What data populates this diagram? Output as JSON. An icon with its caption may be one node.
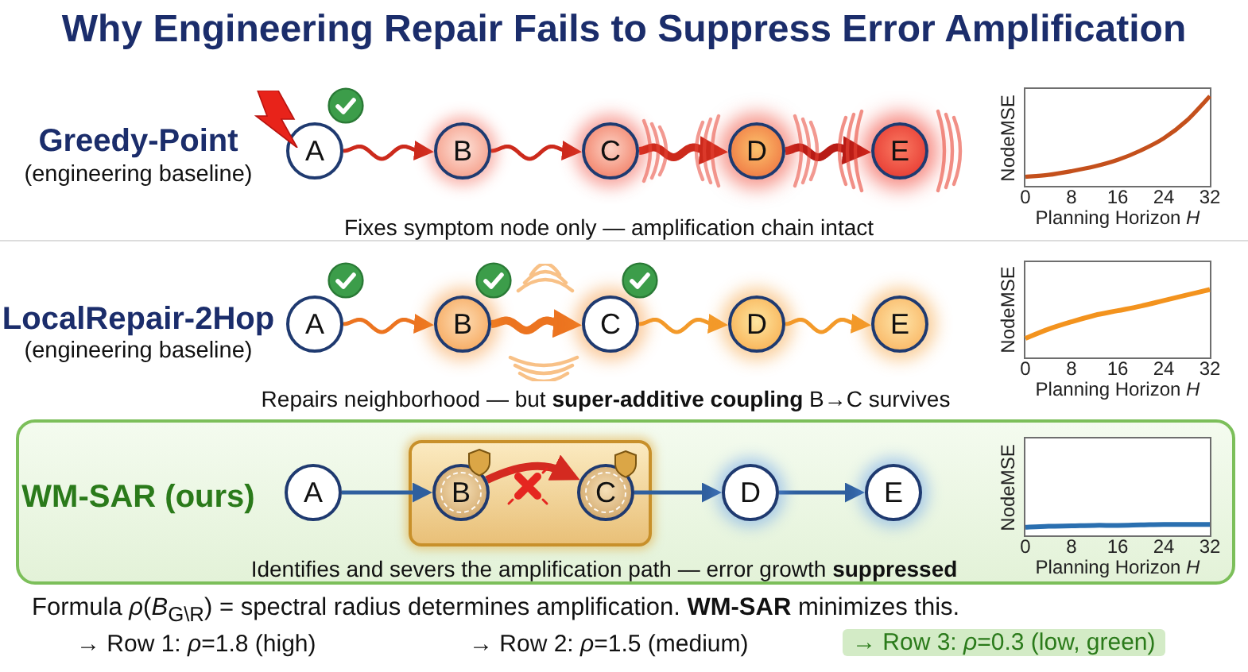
{
  "diagram": {
    "title": "Why Engineering Repair Fails to Suppress Error Amplification",
    "nodes": [
      {
        "text": [
          "A"
        ]
      },
      {
        "text": [
          "B"
        ]
      },
      {
        "text": [
          "C"
        ]
      },
      {
        "text": [
          "D"
        ]
      },
      {
        "text": [
          "E"
        ]
      },
      {
        "text": [
          "A"
        ]
      },
      {
        "text": [
          "B"
        ]
      },
      {
        "text": [
          "C"
        ]
      },
      {
        "text": [
          "D"
        ]
      },
      {
        "text": [
          "E"
        ]
      },
      {
        "text": [
          "WM-SAR (ours)"
        ]
      },
      {
        "text": [
          "A"
        ],
        "in": 10
      },
      {
        "text": [],
        "shape": "box",
        "in": 10
      },
      {
        "text": [
          "B"
        ],
        "in": 12
      },
      {
        "text": [
          "C"
        ],
        "in": 12
      },
      {
        "text": [
          "D"
        ],
        "in": 10
      },
      {
        "text": [
          "E"
        ],
        "in": 10
      }
    ],
    "edges": [
      {
        "from": 0,
        "to": 1,
        "arrow": "to",
        "color": "#cc2a1c"
      },
      {
        "from": 1,
        "to": 2,
        "arrow": "to",
        "color": "#cc2a1c"
      },
      {
        "from": 2,
        "to": 3,
        "arrow": "to",
        "style": "thick",
        "color": "#cc2a1c"
      },
      {
        "from": 3,
        "to": 4,
        "arrow": "to",
        "style": "thick",
        "color": "#b81c16"
      },
      {
        "from": 5,
        "to": 6,
        "arrow": "to",
        "color": "#ec7420"
      },
      {
        "from": 6,
        "to": 7,
        "arrow": "to",
        "style": "thick",
        "color": "#ec7420"
      },
      {
        "from": 7,
        "to": 8,
        "arrow": "to",
        "color": "#f39a2a"
      },
      {
        "from": 8,
        "to": 9,
        "arrow": "to",
        "color": "#f39a2a"
      },
      {
        "from": 11,
        "to": 13,
        "arrow": "to",
        "color": "#2f5f9e"
      },
      {
        "from": 13,
        "to": 14,
        "arrow": "to",
        "style": "thick",
        "color": "#d42a20"
      },
      {
        "from": 14,
        "to": 15,
        "arrow": "to",
        "color": "#2f5f9e"
      },
      {
        "from": 15,
        "to": 16,
        "arrow": "to",
        "color": "#2f5f9e"
      }
    ],
    "labels": [
      "Greedy-Point",
      "(engineering baseline)",
      "NodeMSE",
      "0",
      "8",
      "16",
      "24",
      "32",
      "Planning Horizon *H*",
      "Fixes symptom node only — amplification chain intact",
      "LocalRepair-2Hop",
      "(engineering baseline)",
      "NodeMSE",
      "0",
      "8",
      "16",
      "24",
      "32",
      "Planning Horizon *H*",
      "Repairs neighborhood — but **super-additive coupling** B→C survives",
      "NodeMSE",
      "0",
      "8",
      "16",
      "24",
      "32",
      "Identifies and severs the amplification path — error growth **suppressed**",
      "Planning Horizon *H*",
      "Formula *ρ*(*B*$_{G\\R}$) = spectral radius determines amplification. **WM-SAR** minimizes this.",
      "→ Row 1: *ρ*=1.8 (high)",
      "→ Row 2: *ρ*=1.5 (medium)",
      "→ Row 3: *ρ*=0.3 (low, green)"
    ]
  }
}
